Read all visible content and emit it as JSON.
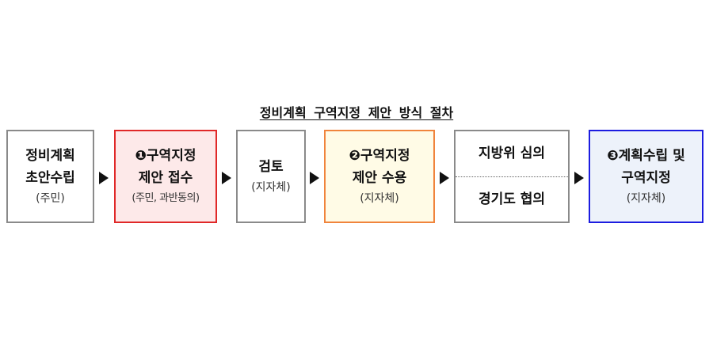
{
  "title": "정비계획 구역지정 제안 방식 절차",
  "steps": [
    {
      "line1": "정비계획",
      "line2": "초안수립",
      "sub": "(주민)"
    },
    {
      "line1": "❶구역지정",
      "line2": "제안 접수",
      "sub": "(주민, 과반동의)"
    },
    {
      "line1": "검토",
      "sub": "(지자체)"
    },
    {
      "line1": "❷구역지정",
      "line2": "제안 수용",
      "sub": "(지자체)"
    },
    {
      "top": "지방위 심의",
      "bottom": "경기도 협의"
    },
    {
      "line1": "❸계획수립 및",
      "line2": "구역지정",
      "sub": "(지자체)"
    }
  ],
  "colors": {
    "red": "#e02828",
    "orange": "#f0843c",
    "blue": "#1c1ce0",
    "gray": "#8a8a8a"
  }
}
